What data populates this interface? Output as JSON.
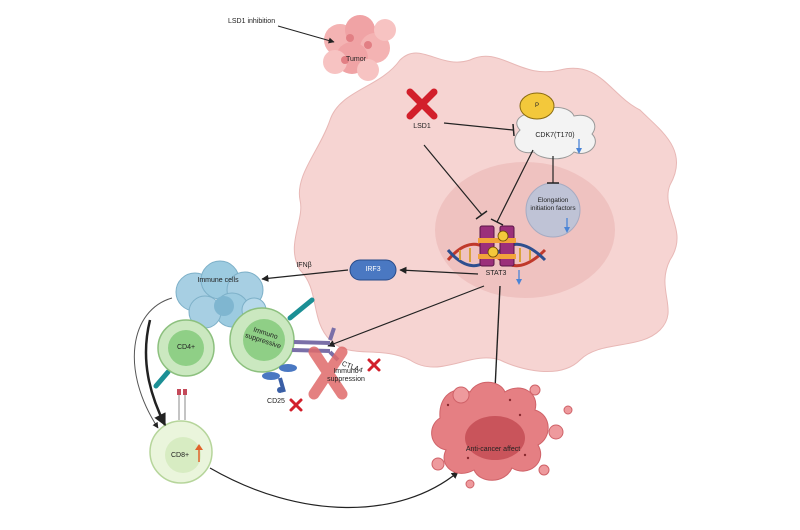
{
  "labels": {
    "lsd1_inhibition": "LSD1 inhibition",
    "tumor": "Tumor",
    "lsd1": "LSD1",
    "p": "P",
    "cdk7": "CDK7(T170)",
    "elongation": "Elongation initiation factors",
    "stat3": "STAT3",
    "irf3": "IRF3",
    "ifn": "IFNβ",
    "immune_cells": "Immune cells",
    "cd4": "CD4+",
    "immunosuppressive": "Immuno suppressive",
    "ctla4": "CTLA4",
    "immunosuppression": "Immuno suppression",
    "cd25": "CD25",
    "cd8": "CD8+",
    "anticancer": "Anti-cancer affect"
  },
  "colors": {
    "cell_fill": "#f6d4d2",
    "nucleus_fill": "#eebdbb",
    "tumor_fill": "#f2a9aa",
    "inhibit_x": "#d21f2b",
    "irf3_fill": "#4a78c2",
    "immune_blue": "#9ccbe0",
    "cd4_green": "#bfe3b5",
    "cd8_fill": "#eaf5dc",
    "stat3_purple": "#9b2f7a",
    "down_arrow": "#4a84d6",
    "up_arrow": "#e0632b",
    "dying_cell": "#e57f83"
  }
}
